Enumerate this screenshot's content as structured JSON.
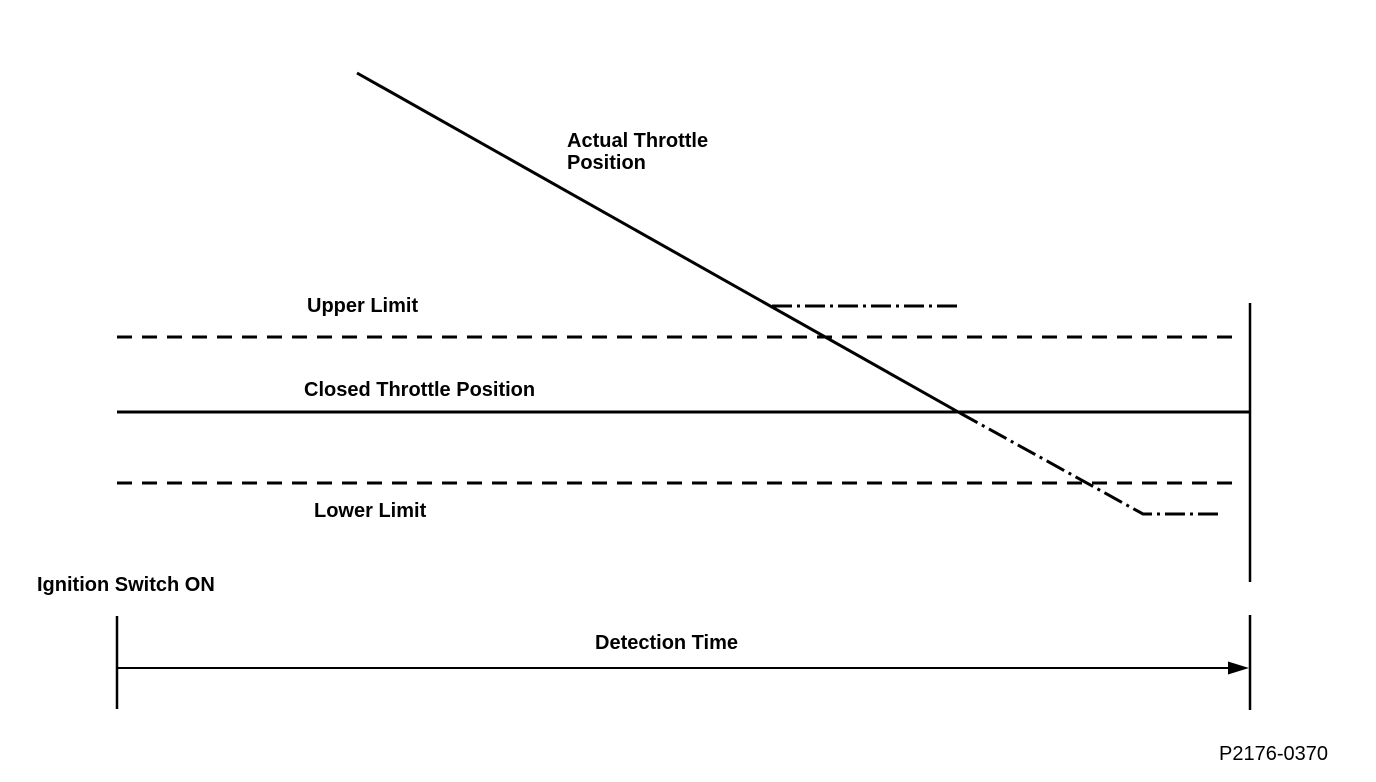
{
  "diagram": {
    "labels": {
      "actual_throttle_line1": "Actual Throttle",
      "actual_throttle_line2": "Position",
      "upper_limit": "Upper Limit",
      "closed_throttle_position": "Closed Throttle Position",
      "lower_limit": "Lower Limit",
      "ignition_switch_on": "Ignition Switch ON",
      "detection_time": "Detection Time",
      "figure_code": "P2176-0370"
    },
    "colors": {
      "background": "#ffffff",
      "line": "#000000",
      "text": "#000000"
    },
    "lines": {
      "actual_throttle": "solid diagonal descending, becomes dash-dot below closed throttle position, levels off below lower limit",
      "upper_limit": "dashed horizontal",
      "closed_throttle_position": "solid horizontal",
      "lower_limit": "dashed horizontal",
      "malfunction_high_branch": "dash-dot horizontal above upper limit",
      "detection_time_axis": "horizontal arrow from ignition-on tick to end tick"
    }
  }
}
